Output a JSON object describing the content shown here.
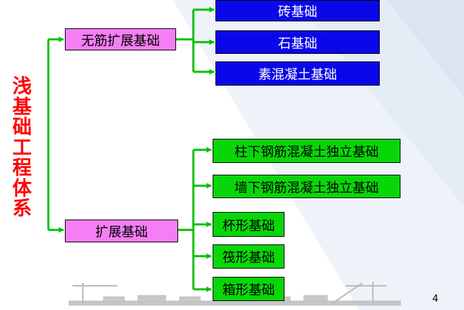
{
  "title": "浅基础工程体系",
  "categories": [
    {
      "label": "无筋扩展基础",
      "items": [
        "砖基础",
        "石基础",
        "素混凝土基础"
      ]
    },
    {
      "label": "扩展基础",
      "items": [
        "柱下钢筋混凝土独立基础",
        "墙下钢筋混凝土独立基础",
        "杯形基础",
        "筏形基础",
        "箱形基础"
      ]
    }
  ],
  "page_number": "4",
  "colors": {
    "title": "#ff0000",
    "category_box": "#f47ff4",
    "group1_box": "#0a08e8",
    "group2_box": "#09d609",
    "connector": "#00c000"
  }
}
